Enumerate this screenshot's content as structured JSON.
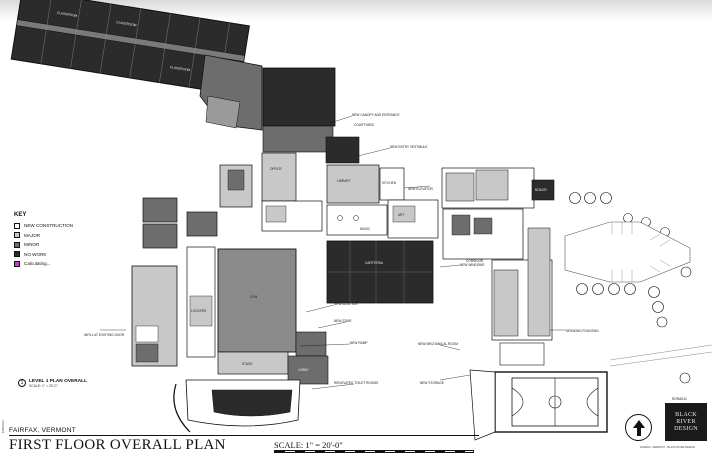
{
  "key": {
    "title": "KEY",
    "items": [
      {
        "label": "NEW CONSTRUCTION",
        "color": "#ffffff"
      },
      {
        "label": "MAJOR",
        "color": "#c8c8c8"
      },
      {
        "label": "MINOR",
        "color": "#6d6d6d"
      },
      {
        "label": "NO WORK",
        "color": "#2b2b2b"
      },
      {
        "label": "Calculating...",
        "color": "#c040c0"
      }
    ]
  },
  "plan_ref": {
    "number": "1",
    "title": "LEVEL 1 PLAN OVERALL",
    "scale": "SCALE: 1\" = 20'-0\""
  },
  "title_block": {
    "location": "FAIRFAX, VERMONT",
    "sheet_title": "FIRST FLOOR OVERALL PLAN",
    "scale": "SCALE: 1\" = 20'-0\"",
    "sheet_number": "EDRA011",
    "firm": {
      "line1": "BLACK",
      "line2": "RIVER",
      "line3": "DESIGN"
    },
    "fine_print": "FAIRFAX, VERMONT · BLACK RIVER DESIGN"
  },
  "room_labels": {
    "gym": "GYM",
    "stage": "STAGE",
    "cafeteria": "CAFETERIA",
    "lobby": "LOBBY",
    "library": "LIBRARY",
    "courtyard": "COURTYARD",
    "classroom": "CLASSROOM",
    "lockers": "LOCKERS",
    "art": "ART",
    "music": "MUSIC",
    "office": "OFFICE",
    "kitchen": "KITCHEN",
    "boiler": "BOILER",
    "corridor": "CORRIDOR"
  },
  "callouts": [
    "NEW CANOPY AND ENTRANCE",
    "NEW ENTRY VESTIBULE",
    "NEW ELEVATOR",
    "NEW ADDITION",
    "NEW STAIR",
    "NEW RAMP",
    "RENOVATED TOILET ROOMS",
    "INFILL AT EXISTING DOOR",
    "NEW MECHANICAL ROOM",
    "NEW STORAGE",
    "DRINKING FOUNTAIN",
    "NEW WINDOWS"
  ],
  "colors": {
    "no_work": "#2b2b2b",
    "minor": "#6d6d6d",
    "major": "#c8c8c8",
    "new_construction": "#ffffff",
    "wall": "#111111"
  }
}
